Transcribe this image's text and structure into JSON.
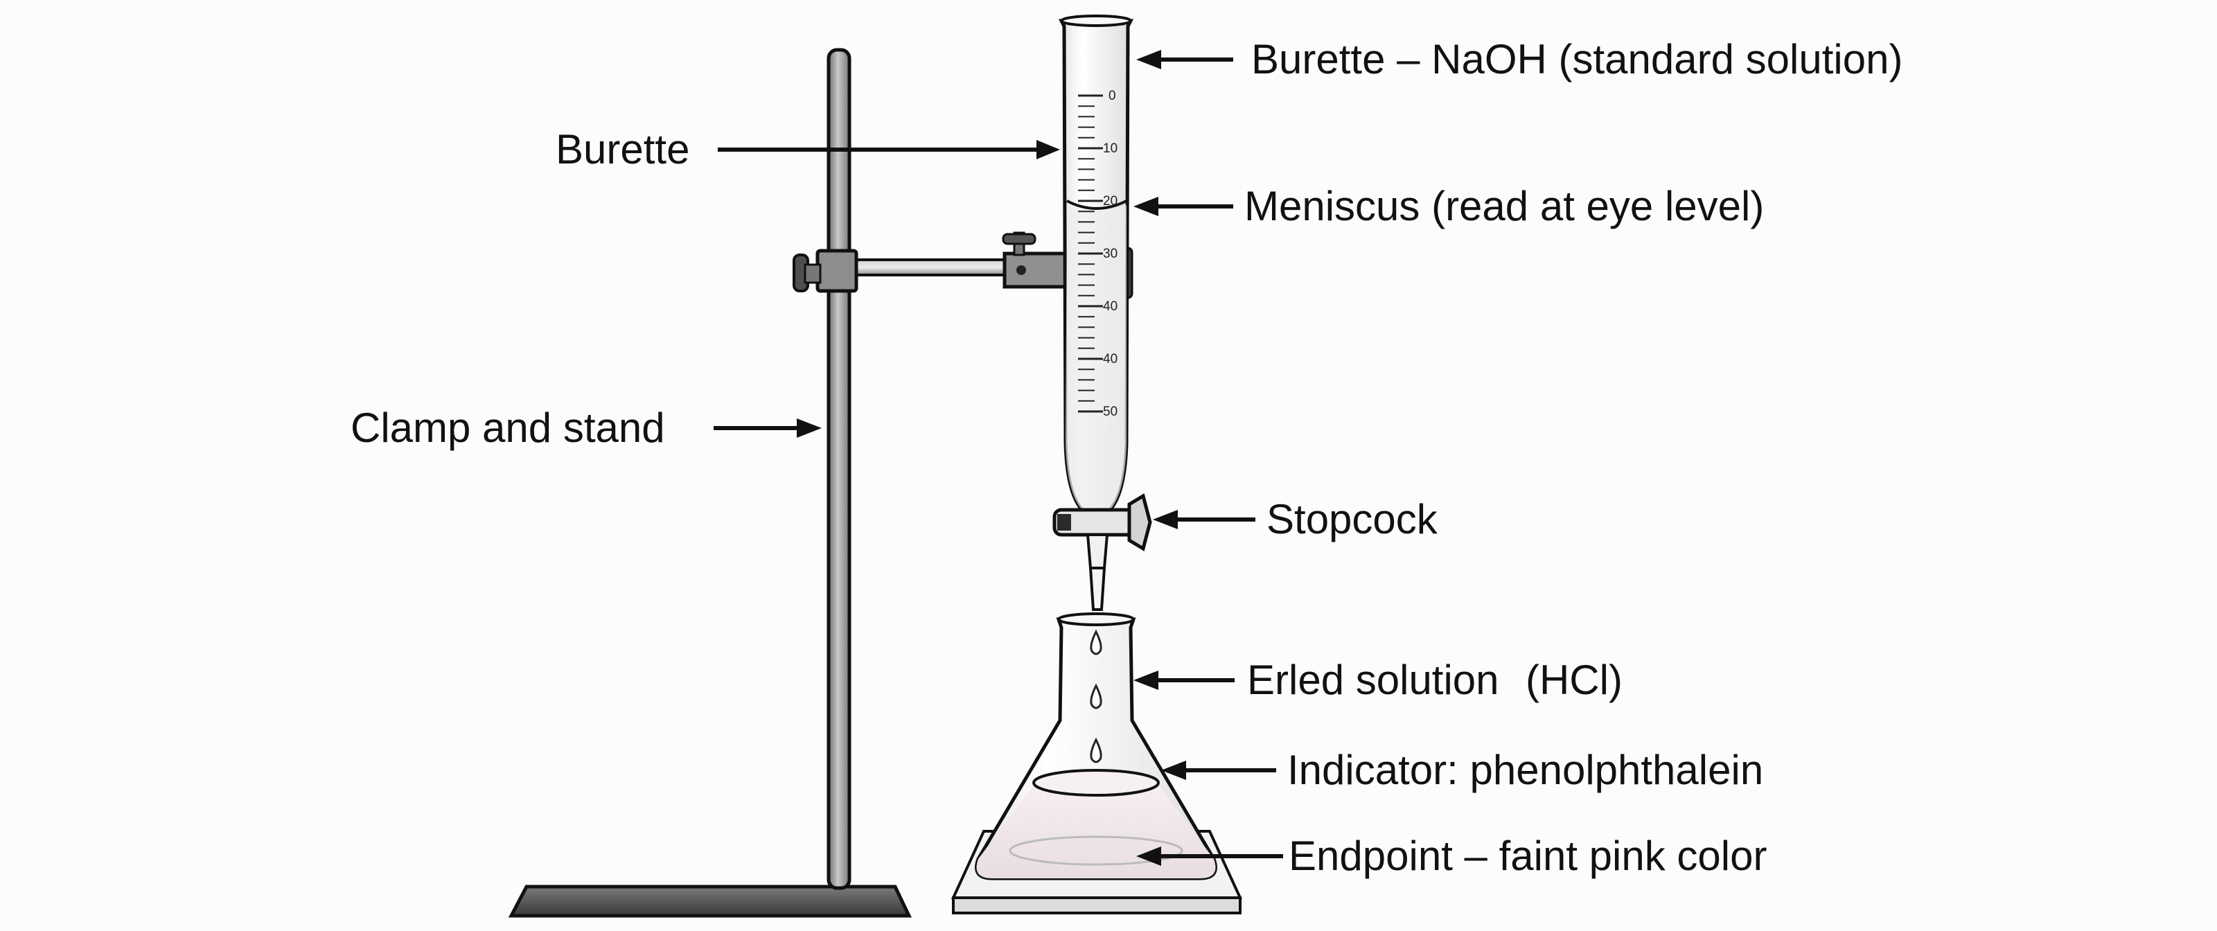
{
  "labels": {
    "burette_left": "Burette",
    "burette_naoh": "Burette – NaOH (standard solution)",
    "meniscus": "Meniscus (read at eye level)",
    "clamp_stand": "Clamp and stand",
    "stopcock": "Stopcock",
    "erled_solution": "Erled solution",
    "hcl": "(HCl)",
    "indicator": "Indicator: phenolphthalein",
    "endpoint": "Endpoint – faint pink color"
  },
  "burette_scale": [
    "0",
    "10",
    "20",
    "30",
    "40",
    "40",
    "50"
  ],
  "colors": {
    "line": "#111111",
    "rod": "#9a9a9a",
    "glass": "#f4f4f4",
    "base": "#555555",
    "liquid": "#f1e8ec"
  }
}
